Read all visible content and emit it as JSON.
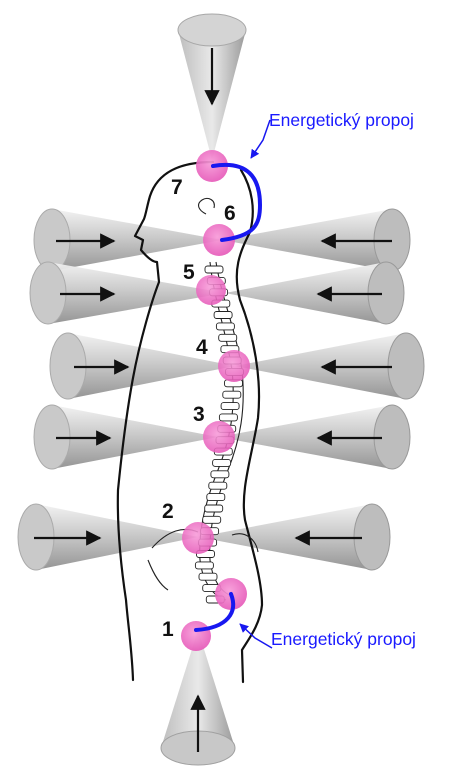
{
  "labels": {
    "top": "Energetický propoj",
    "bottom": "Energetický propoj"
  },
  "chakras": [
    "1",
    "2",
    "3",
    "4",
    "5",
    "6",
    "7"
  ],
  "colors": {
    "chakra": "#f06bc6",
    "energy_link": "#1818f0",
    "outline": "#111111",
    "cone_dark": "#a9a9a9",
    "cone_light": "#e7e7e7"
  },
  "icons": {
    "cone": "energy-cone-icon",
    "arrow": "arrow-icon",
    "chakra": "chakra-circle-icon"
  }
}
